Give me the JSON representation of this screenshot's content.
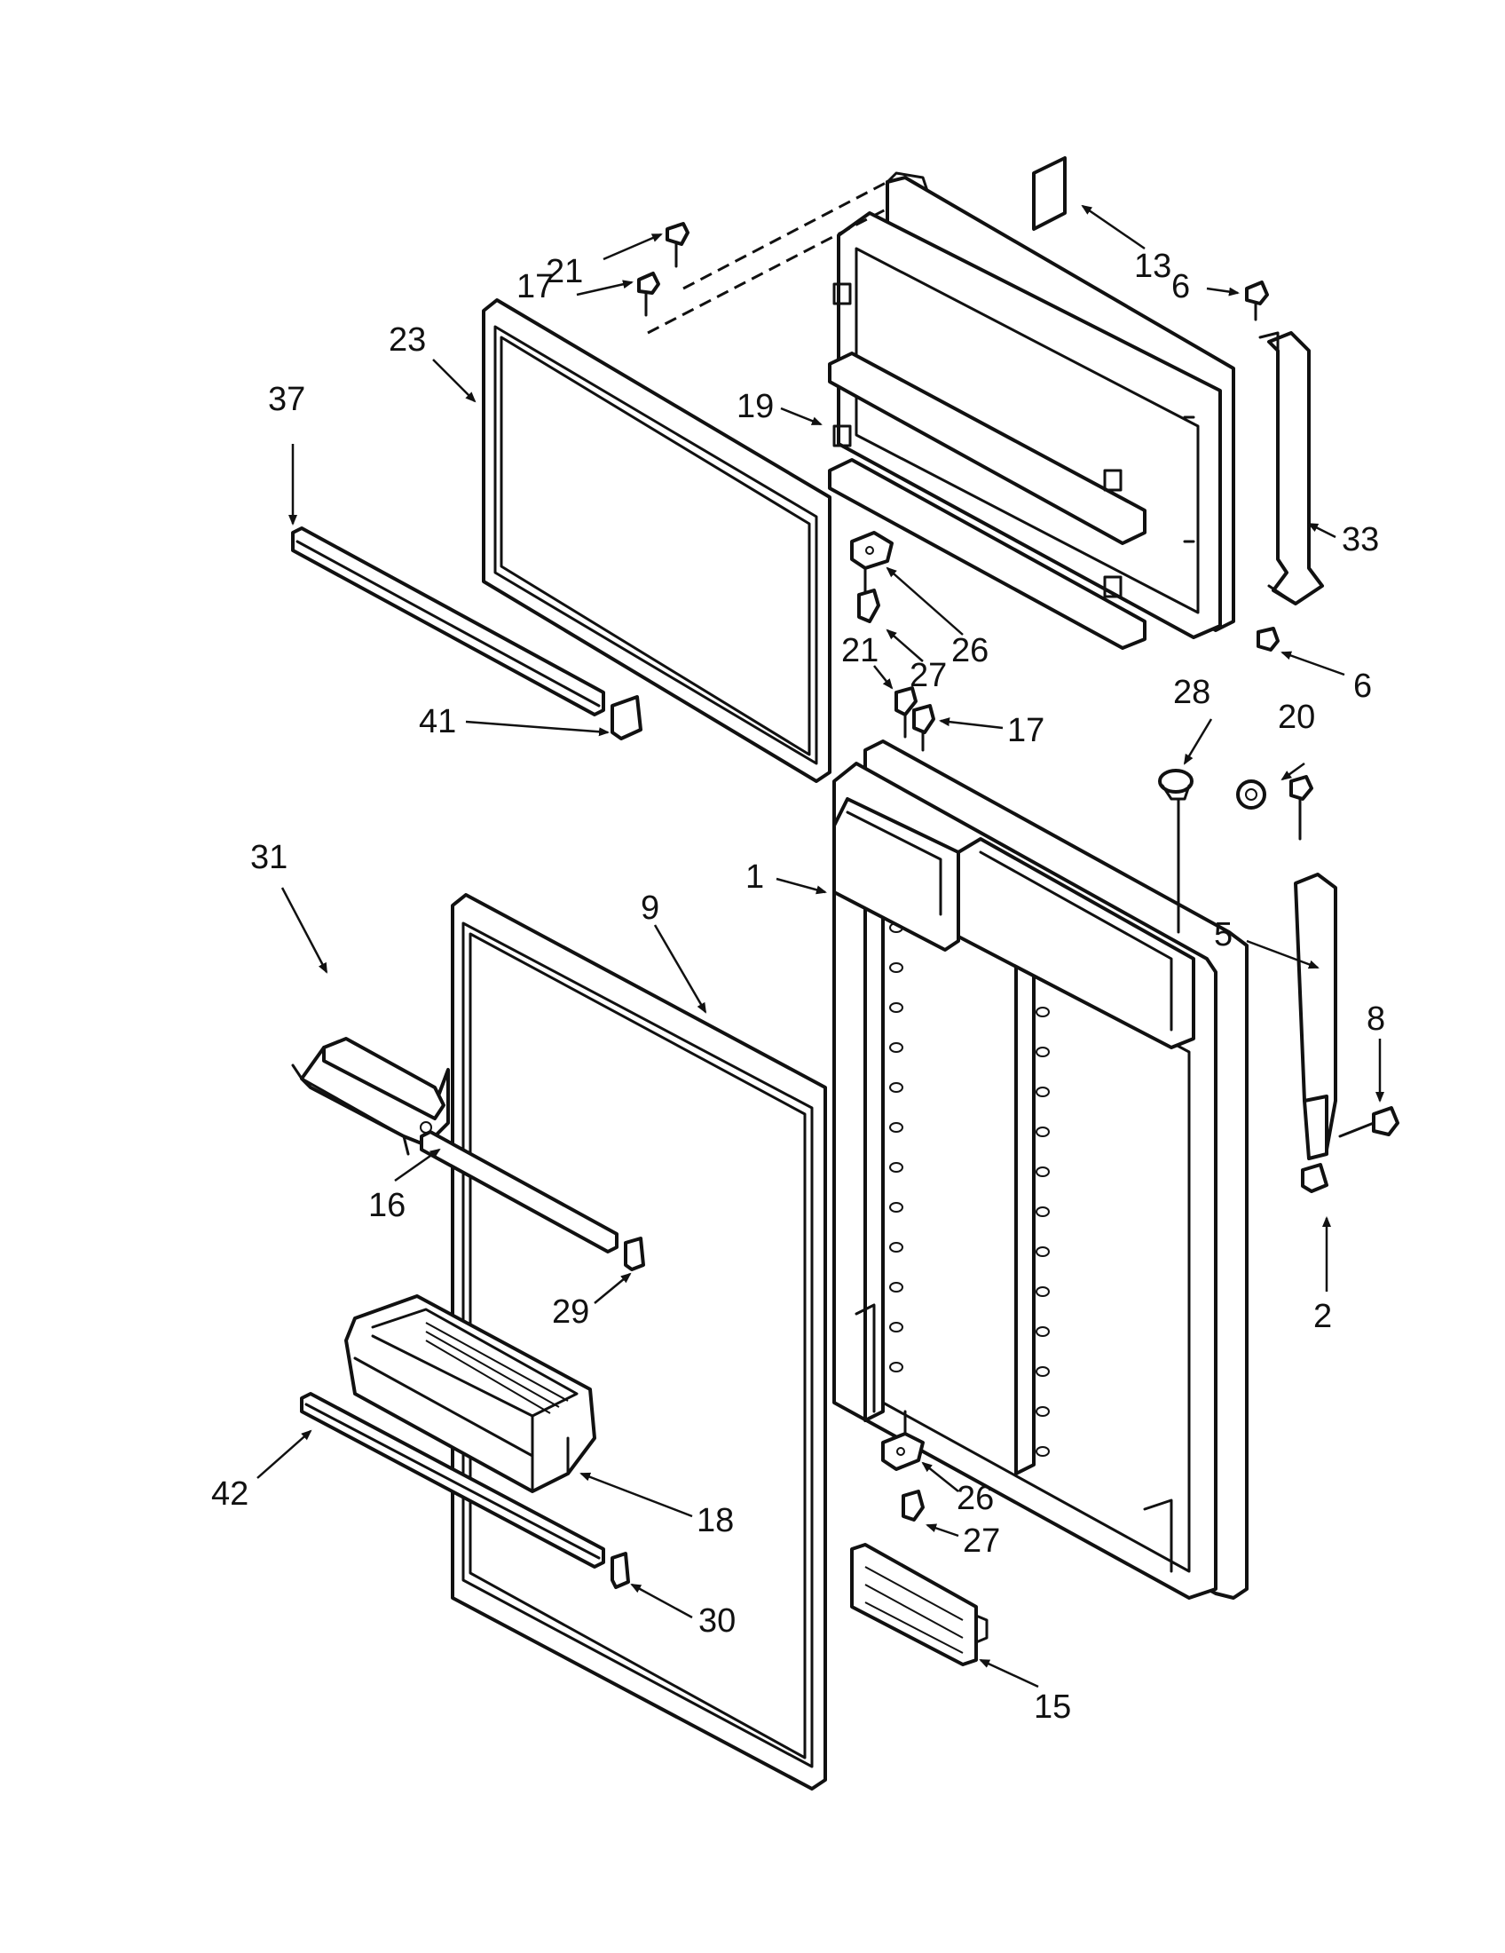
{
  "diagram": {
    "callouts": {
      "c1": "1",
      "c2": "2",
      "c5": "5",
      "c6a": "6",
      "c6b": "6",
      "c8": "8",
      "c9": "9",
      "c13": "13",
      "c15": "15",
      "c16": "16",
      "c17a": "17",
      "c17b": "17",
      "c18": "18",
      "c19": "19",
      "c20": "20",
      "c21a": "21",
      "c21b": "21",
      "c23": "23",
      "c26a": "26",
      "c26b": "26",
      "c27a": "27",
      "c27b": "27",
      "c28": "28",
      "c29": "29",
      "c30": "30",
      "c31": "31",
      "c33": "33",
      "c37": "37",
      "c41": "41",
      "c42": "42"
    }
  }
}
